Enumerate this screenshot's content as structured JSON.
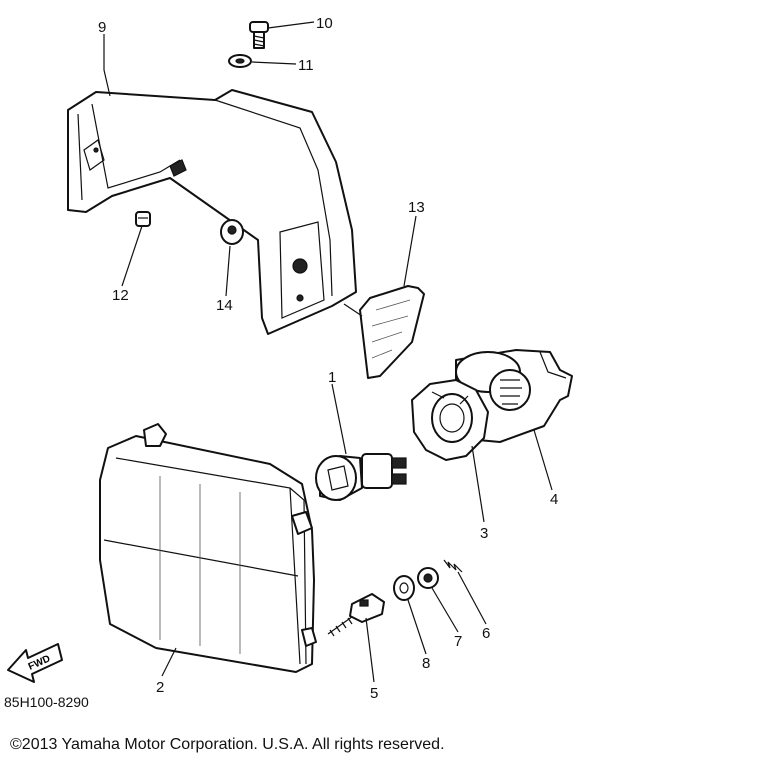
{
  "diagram": {
    "reference_code": "85H100-8290",
    "copyright": "©2013 Yamaha Motor Corporation. U.S.A. All rights reserved.",
    "fwd_label": "FWD",
    "callouts": {
      "c1": "1",
      "c2": "2",
      "c3": "3",
      "c4": "4",
      "c5": "5",
      "c6": "6",
      "c7": "7",
      "c8": "8",
      "c9": "9",
      "c10": "10",
      "c11": "11",
      "c12": "12",
      "c13": "13",
      "c14": "14"
    }
  }
}
